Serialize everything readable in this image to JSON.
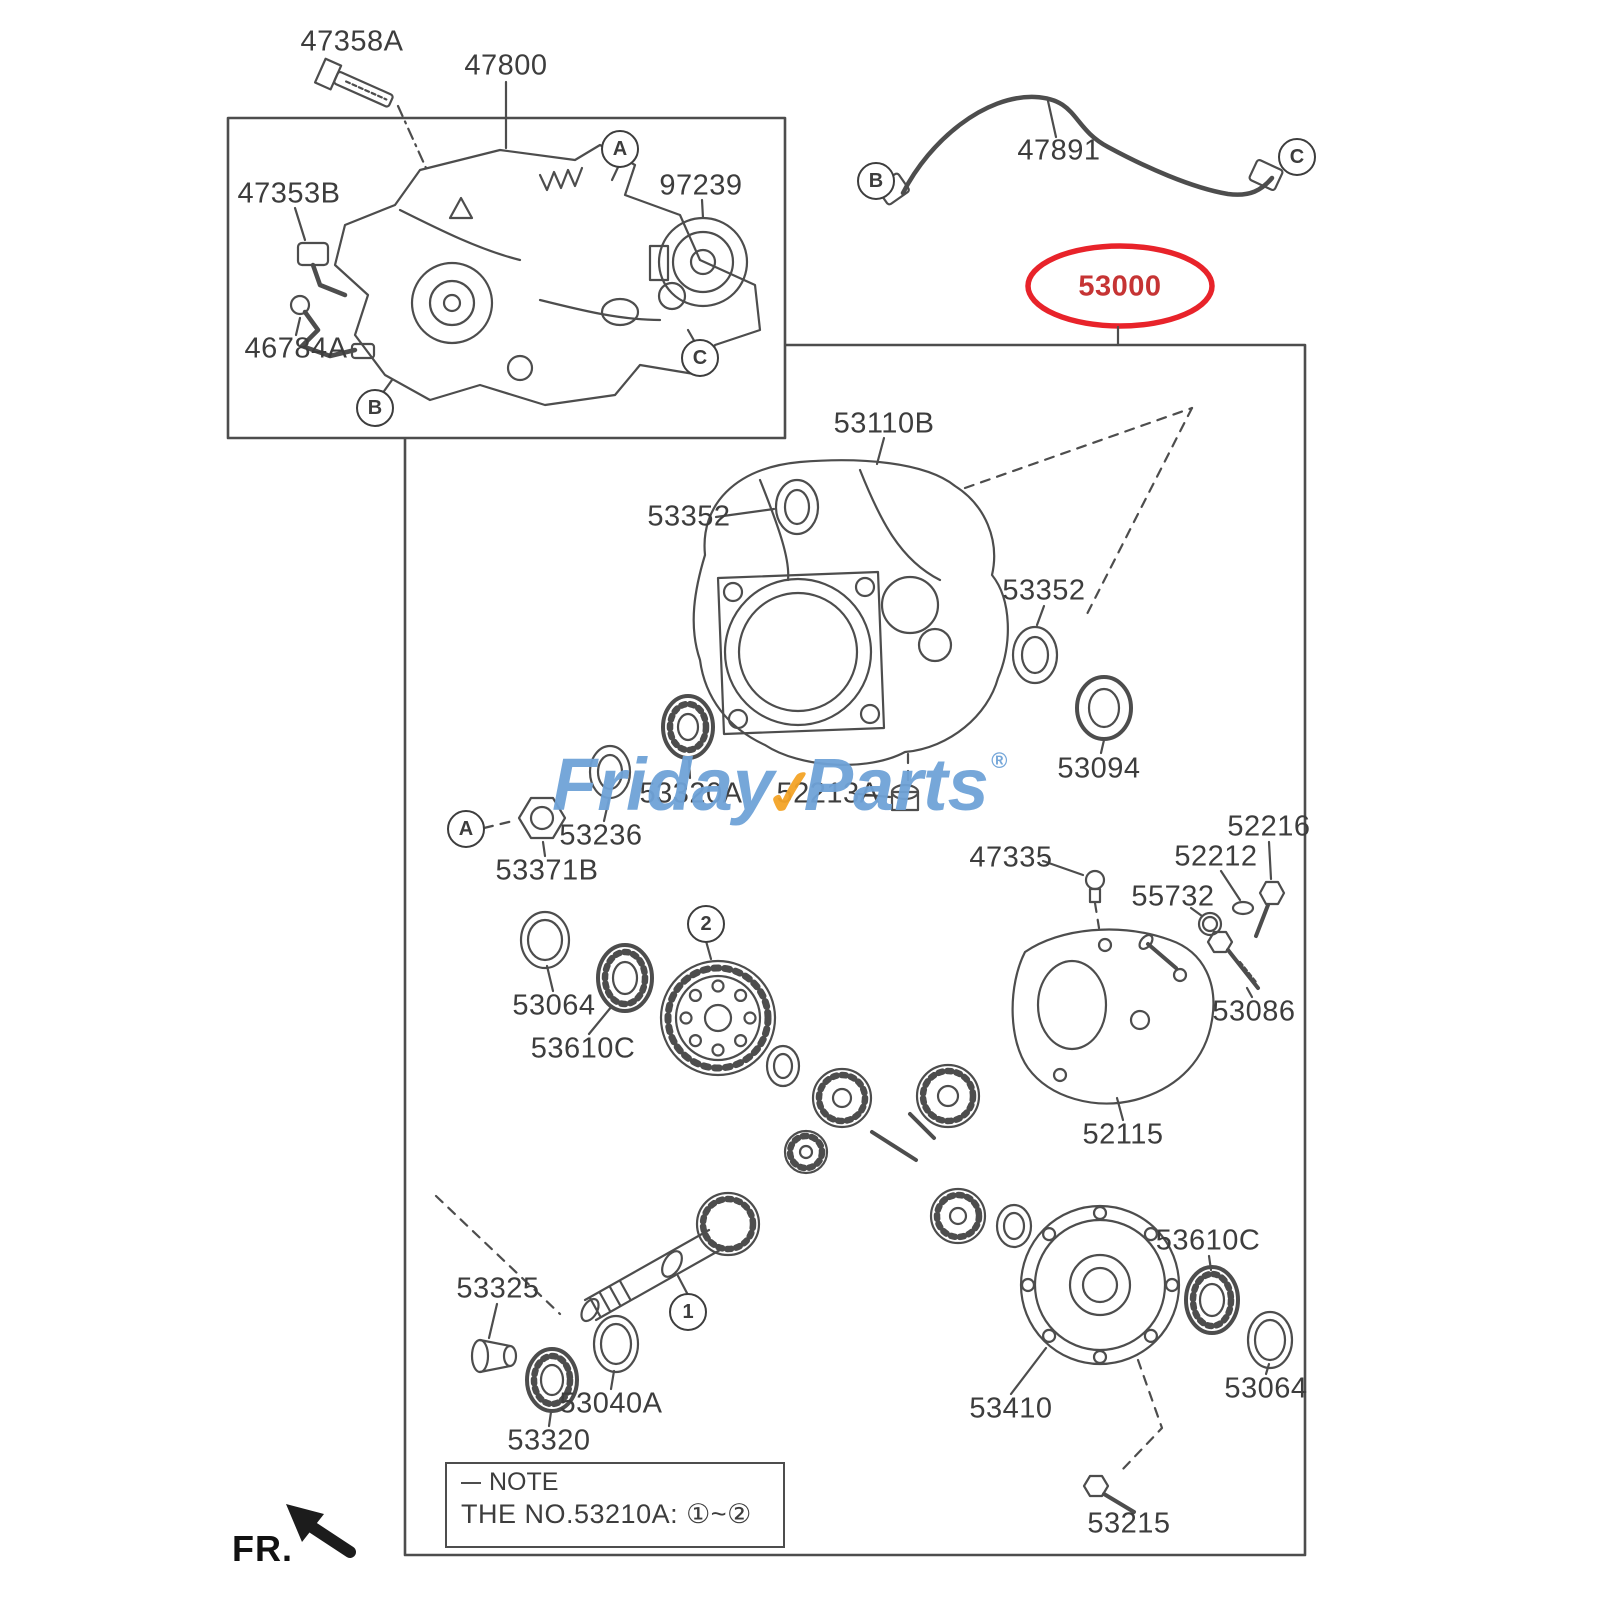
{
  "diagram": {
    "kind": "exploded-parts-diagram",
    "highlighted_part": "53000",
    "highlight_ring_color": "#e8232a",
    "line_color": "#4d4d4d"
  },
  "watermark": {
    "brand_left": "Friday",
    "brand_right": "Parts",
    "reg": "®",
    "check": "✓",
    "text_color": "#6fa3d8",
    "check_color": "#f4a427"
  },
  "fr": {
    "label": "FR."
  },
  "note": {
    "heading": "NOTE",
    "body": "THE NO.53210A: ①~②"
  },
  "callouts": {
    "A": "A",
    "B": "B",
    "C": "C",
    "n1": "1",
    "n2": "2"
  },
  "parts": {
    "47358A": "47358A",
    "47800": "47800",
    "47353B": "47353B",
    "97239": "97239",
    "46784A": "46784A",
    "47891": "47891",
    "53000": "53000",
    "53110B": "53110B",
    "53352": "53352",
    "53094": "53094",
    "53320A": "53320A",
    "52213A": "52213A",
    "53236": "53236",
    "53371B": "53371B",
    "47335": "47335",
    "52216": "52216",
    "52212": "52212",
    "55732": "55732",
    "53086": "53086",
    "52115": "52115",
    "53064": "53064",
    "53610C": "53610C",
    "53325": "53325",
    "53040A": "53040A",
    "53320": "53320",
    "53410": "53410",
    "53215": "53215"
  }
}
